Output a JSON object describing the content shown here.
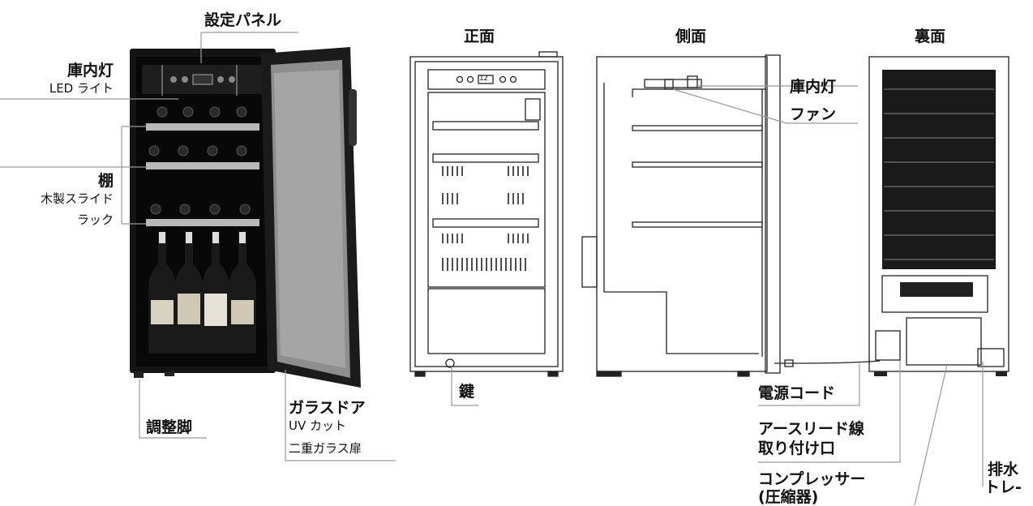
{
  "views": {
    "front": "正面",
    "side": "側面",
    "back": "裏面"
  },
  "labels": {
    "settings_panel": "設定パネル",
    "interior_light": "庫内灯",
    "interior_light_sub": "LED ライト",
    "shelf": "棚",
    "shelf_sub_1": "木製スライド",
    "shelf_sub_2": "ラック",
    "adjust_feet": "調整脚",
    "glass_door": "ガラスドア",
    "glass_door_sub_1": "UV カット",
    "glass_door_sub_2": "二重ガラス扉",
    "key": "鍵",
    "side_interior_light": "庫内灯",
    "fan": "ファン",
    "power_cord": "電源コード",
    "earth_lead_1": "アースリード線",
    "earth_lead_2": "取り付け口",
    "compressor_1": "コンプレッサー",
    "compressor_2": "(圧縮器)",
    "drain_tray_1": "排水",
    "drain_tray_2": "トレ-"
  },
  "panel_display": "12"
}
